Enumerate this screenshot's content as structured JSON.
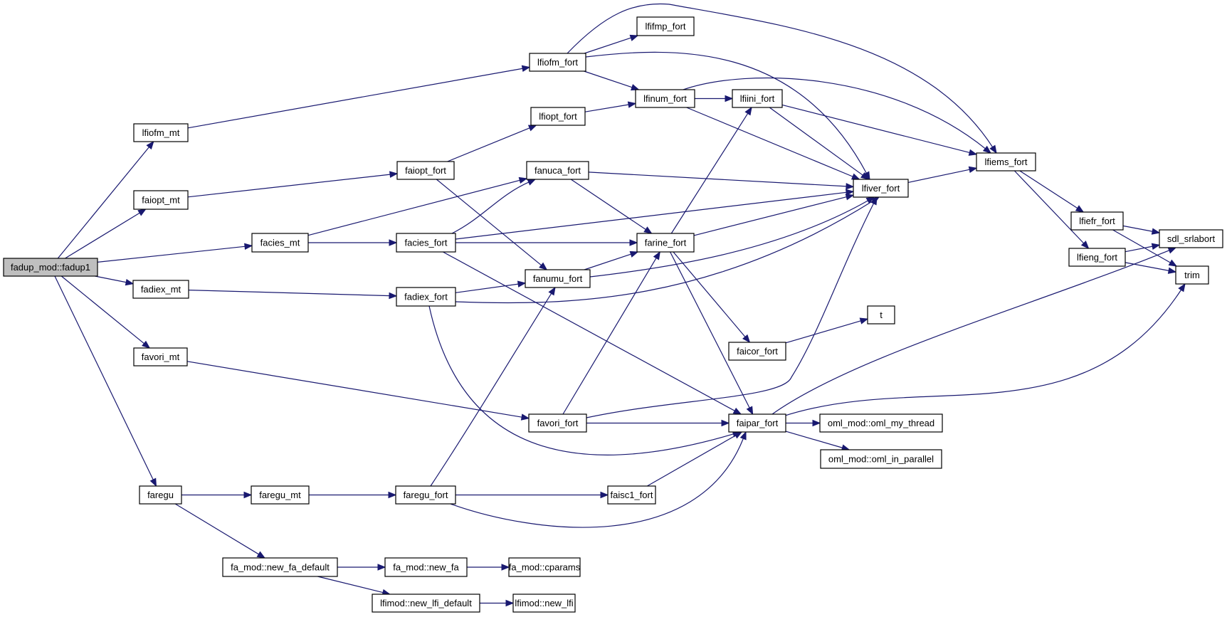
{
  "title": "Call graph of fadup_mod::fadup1",
  "colors": {
    "edge": "#191970",
    "root_fill": "#bfbfbf",
    "node_fill": "#ffffff",
    "node_border": "#000000"
  },
  "nodes": [
    {
      "id": "fadup1",
      "label": "fadup_mod::fadup1",
      "root": true
    },
    {
      "id": "lfiofm_mt",
      "label": "lfiofm_mt"
    },
    {
      "id": "faiopt_mt",
      "label": "faiopt_mt"
    },
    {
      "id": "facies_mt",
      "label": "facies_mt"
    },
    {
      "id": "fadiex_mt",
      "label": "fadiex_mt"
    },
    {
      "id": "favori_mt",
      "label": "favori_mt"
    },
    {
      "id": "faregu",
      "label": "faregu"
    },
    {
      "id": "lfiofm_fort",
      "label": "lfiofm_fort"
    },
    {
      "id": "lfifmp_fort",
      "label": "lfifmp_fort"
    },
    {
      "id": "lfinum_fort",
      "label": "lfinum_fort"
    },
    {
      "id": "lfiini_fort",
      "label": "lfiini_fort"
    },
    {
      "id": "lfiopt_fort",
      "label": "lfiopt_fort"
    },
    {
      "id": "faiopt_fort",
      "label": "faiopt_fort"
    },
    {
      "id": "fanuca_fort",
      "label": "fanuca_fort"
    },
    {
      "id": "facies_fort",
      "label": "facies_fort"
    },
    {
      "id": "farine_fort",
      "label": "farine_fort"
    },
    {
      "id": "fanumu_fort",
      "label": "fanumu_fort"
    },
    {
      "id": "fadiex_fort",
      "label": "fadiex_fort"
    },
    {
      "id": "faicor_fort",
      "label": "faicor_fort"
    },
    {
      "id": "t",
      "label": "t"
    },
    {
      "id": "favori_fort",
      "label": "favori_fort"
    },
    {
      "id": "faipar_fort",
      "label": "faipar_fort"
    },
    {
      "id": "oml_my_thread",
      "label": "oml_mod::oml_my_thread"
    },
    {
      "id": "oml_in_parallel",
      "label": "oml_mod::oml_in_parallel"
    },
    {
      "id": "faregu_mt",
      "label": "faregu_mt"
    },
    {
      "id": "faregu_fort",
      "label": "faregu_fort"
    },
    {
      "id": "faisc1_fort",
      "label": "faisc1_fort"
    },
    {
      "id": "new_fa_default",
      "label": "fa_mod::new_fa_default"
    },
    {
      "id": "new_fa",
      "label": "fa_mod::new_fa"
    },
    {
      "id": "cparams",
      "label": "fa_mod::cparams"
    },
    {
      "id": "new_lfi_default",
      "label": "lfimod::new_lfi_default"
    },
    {
      "id": "new_lfi",
      "label": "lfimod::new_lfi"
    },
    {
      "id": "lfiver_fort",
      "label": "lfiver_fort"
    },
    {
      "id": "lfiems_fort",
      "label": "lfiems_fort"
    },
    {
      "id": "lfiefr_fort",
      "label": "lfiefr_fort"
    },
    {
      "id": "lfieng_fort",
      "label": "lfieng_fort"
    },
    {
      "id": "sdl_srlabort",
      "label": "sdl_srlabort"
    },
    {
      "id": "trim",
      "label": "trim"
    }
  ],
  "edges": [
    [
      "fadup1",
      "lfiofm_mt"
    ],
    [
      "fadup1",
      "faiopt_mt"
    ],
    [
      "fadup1",
      "facies_mt"
    ],
    [
      "fadup1",
      "fadiex_mt"
    ],
    [
      "fadup1",
      "favori_mt"
    ],
    [
      "fadup1",
      "faregu"
    ],
    [
      "lfiofm_mt",
      "lfiofm_fort"
    ],
    [
      "faiopt_mt",
      "faiopt_fort"
    ],
    [
      "facies_mt",
      "fanuca_fort"
    ],
    [
      "facies_mt",
      "facies_fort"
    ],
    [
      "fadiex_mt",
      "fadiex_fort"
    ],
    [
      "favori_mt",
      "favori_fort"
    ],
    [
      "faregu",
      "faregu_mt"
    ],
    [
      "faregu",
      "new_fa_default"
    ],
    [
      "lfiofm_fort",
      "lfifmp_fort"
    ],
    [
      "lfiofm_fort",
      "lfiems_fort"
    ],
    [
      "lfiofm_fort",
      "lfiver_fort"
    ],
    [
      "lfiofm_fort",
      "lfinum_fort"
    ],
    [
      "faiopt_fort",
      "lfiopt_fort"
    ],
    [
      "faiopt_fort",
      "fanumu_fort"
    ],
    [
      "lfiopt_fort",
      "lfinum_fort"
    ],
    [
      "lfinum_fort",
      "lfiini_fort"
    ],
    [
      "lfinum_fort",
      "lfiems_fort"
    ],
    [
      "lfinum_fort",
      "lfiver_fort"
    ],
    [
      "lfiini_fort",
      "lfiver_fort"
    ],
    [
      "lfiini_fort",
      "lfiems_fort"
    ],
    [
      "fanuca_fort",
      "lfiver_fort"
    ],
    [
      "fanuca_fort",
      "farine_fort"
    ],
    [
      "facies_fort",
      "fanuca_fort"
    ],
    [
      "facies_fort",
      "lfiver_fort"
    ],
    [
      "facies_fort",
      "farine_fort"
    ],
    [
      "facies_fort",
      "faipar_fort"
    ],
    [
      "farine_fort",
      "lfiini_fort"
    ],
    [
      "farine_fort",
      "lfiver_fort"
    ],
    [
      "farine_fort",
      "faicor_fort"
    ],
    [
      "farine_fort",
      "faipar_fort"
    ],
    [
      "fanumu_fort",
      "farine_fort"
    ],
    [
      "fanumu_fort",
      "lfiver_fort"
    ],
    [
      "fadiex_fort",
      "fanumu_fort"
    ],
    [
      "fadiex_fort",
      "lfiver_fort"
    ],
    [
      "fadiex_fort",
      "faipar_fort"
    ],
    [
      "faicor_fort",
      "t"
    ],
    [
      "favori_fort",
      "farine_fort"
    ],
    [
      "favori_fort",
      "lfiver_fort"
    ],
    [
      "favori_fort",
      "faipar_fort"
    ],
    [
      "faipar_fort",
      "oml_my_thread"
    ],
    [
      "faipar_fort",
      "oml_in_parallel"
    ],
    [
      "faipar_fort",
      "sdl_srlabort"
    ],
    [
      "faipar_fort",
      "trim"
    ],
    [
      "faregu_mt",
      "faregu_fort"
    ],
    [
      "faregu_fort",
      "fanumu_fort"
    ],
    [
      "faregu_fort",
      "faisc1_fort"
    ],
    [
      "faregu_fort",
      "faipar_fort"
    ],
    [
      "faisc1_fort",
      "faipar_fort"
    ],
    [
      "new_fa_default",
      "new_fa"
    ],
    [
      "new_fa_default",
      "new_lfi_default"
    ],
    [
      "new_fa",
      "cparams"
    ],
    [
      "new_lfi_default",
      "new_lfi"
    ],
    [
      "lfiver_fort",
      "lfiems_fort"
    ],
    [
      "lfiems_fort",
      "lfiefr_fort"
    ],
    [
      "lfiems_fort",
      "lfieng_fort"
    ],
    [
      "lfiefr_fort",
      "sdl_srlabort"
    ],
    [
      "lfiefr_fort",
      "trim"
    ],
    [
      "lfieng_fort",
      "sdl_srlabort"
    ],
    [
      "lfieng_fort",
      "trim"
    ]
  ]
}
